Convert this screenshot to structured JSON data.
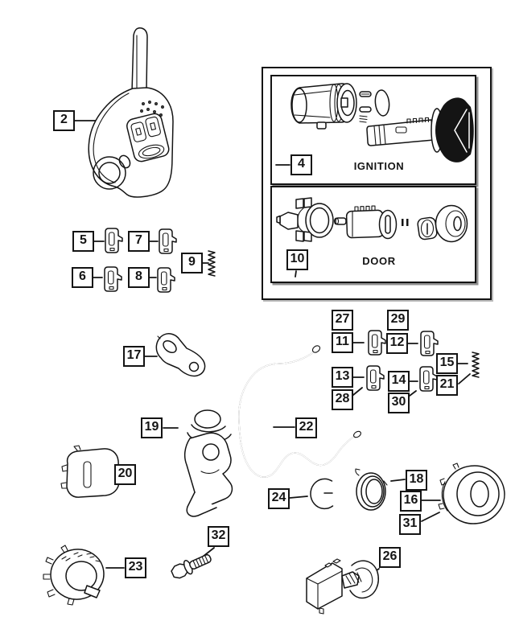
{
  "figure": {
    "type": "automotive-lock-and-key-parts-diagram",
    "panel_labels": {
      "ignition": "IGNITION",
      "door": "DOOR"
    },
    "callouts": {
      "2": "2",
      "4": "4",
      "5": "5",
      "6": "6",
      "7": "7",
      "8": "8",
      "9": "9",
      "10": "10",
      "11": "11",
      "12": "12",
      "13": "13",
      "14": "14",
      "15": "15",
      "16": "16",
      "17": "17",
      "18": "18",
      "19": "19",
      "20": "20",
      "21": "21",
      "22": "22",
      "23": "23",
      "24": "24",
      "26": "26",
      "27": "27",
      "28": "28",
      "29": "29",
      "30": "30",
      "31": "31",
      "32": "32"
    },
    "drawings": {
      "2": "key-fob",
      "4": "ignition-lock-cylinder-set",
      "5": "lock-tumbler",
      "6": "lock-tumbler",
      "7": "lock-tumbler",
      "8": "lock-tumbler",
      "9": "tumbler-spring",
      "10": "door-lock-cylinder-set",
      "11": "lock-tumbler",
      "12": "lock-tumbler",
      "13": "lock-tumbler",
      "14": "lock-tumbler",
      "15": "tumbler-spring",
      "16": "lock-cap-disc",
      "17": "lever-bracket",
      "18": "coil-spring",
      "19": "lock-housing-shroud",
      "20": "switch-pad",
      "21": "tumbler-spring",
      "22": "actuator-rod",
      "23": "immobilizer-antenna-ring",
      "24": "e-clip",
      "26": "latch-assembly",
      "27": "lock-tumbler",
      "28": "lock-tumbler",
      "29": "lock-tumbler",
      "30": "lock-tumbler",
      "31": "lock-cap-disc",
      "32": "hex-bolt"
    },
    "colors": {
      "line": "#141414",
      "background": "#ffffff",
      "knob_fill": "#141414"
    }
  }
}
